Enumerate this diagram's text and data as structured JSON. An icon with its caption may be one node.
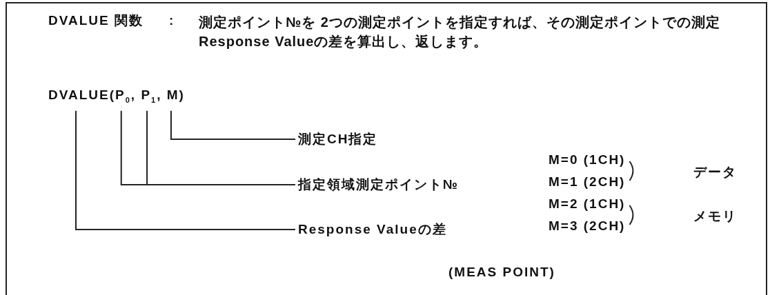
{
  "diagram": {
    "nodes": [
      {
        "text": [
          "測定CH指定"
        ]
      },
      {
        "text": [
          "指定領域測定ポイント№"
        ]
      },
      {
        "text": [
          "Response Valueの差"
        ]
      }
    ],
    "edges": [
      {
        "from": 0,
        "to": null,
        "arrow": "none"
      },
      {
        "from": 1,
        "to": null,
        "arrow": "none"
      },
      {
        "from": 1,
        "to": null,
        "arrow": "none"
      },
      {
        "from": 2,
        "to": null,
        "arrow": "none"
      }
    ],
    "labels": [
      "DVALUE 関数",
      ":",
      "測定ポイント№を 2つの測定ポイントを指定すれば、その測定ポイントでの測定Response Valueの差を算出し、返します。",
      "DVALUE(P$_{0}$, P$_{1}$, M)",
      "M=0 (1CH)",
      "M=1 (2CH)",
      "データ",
      "M=2 (1CH)",
      "M=3 (2CH)",
      "メモリ",
      "(MEAS POINT)"
    ]
  }
}
